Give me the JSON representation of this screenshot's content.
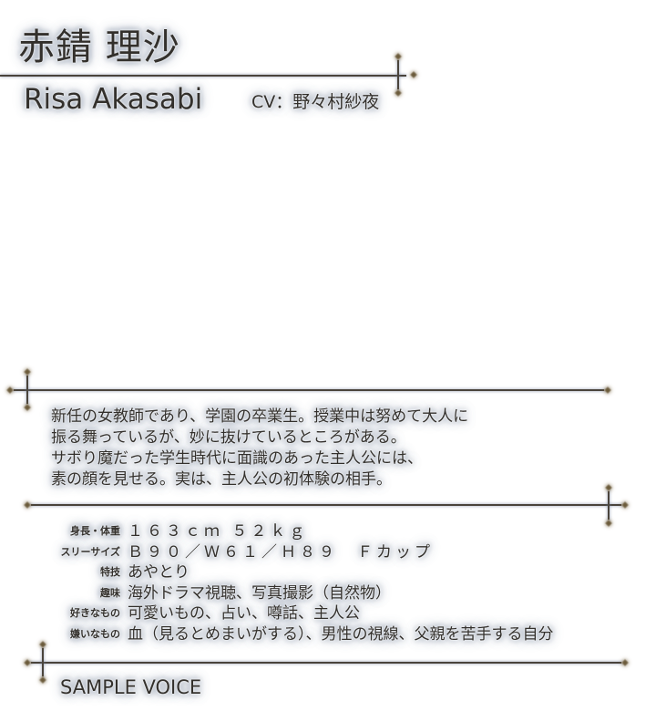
{
  "profile": {
    "name_jp": "赤錆 理沙",
    "name_en": "Risa Akasabi",
    "cv": "CV：野々村紗夜"
  },
  "description": [
    "新任の女教師であり、学園の卒業生。授業中は努めて大人に",
    "振る舞っているが、妙に抜けているところがある。",
    "サボり魔だった学生時代に面識のあった主人公には、",
    "素の顔を見せる。実は、主人公の初体験の相手。"
  ],
  "stats": [
    {
      "label": "身長・体重",
      "value": "１６３ｃｍ ５２ｋｇ"
    },
    {
      "label": "スリーサイズ",
      "value": "Ｂ９０／Ｗ６１／Ｈ８９　Ｆカップ"
    },
    {
      "label": "特技",
      "value": "あやとり"
    },
    {
      "label": "趣味",
      "value": "海外ドラマ視聴、写真撮影（自然物）"
    },
    {
      "label": "好きなもの",
      "value": "可愛いもの、占い、噂話、主人公"
    },
    {
      "label": "嫌いなもの",
      "value": "血（見るとめまいがする）、男性の視線、父親を苦手する自分"
    }
  ],
  "sample_voice": {
    "label": "SAMPLE VOICE"
  }
}
